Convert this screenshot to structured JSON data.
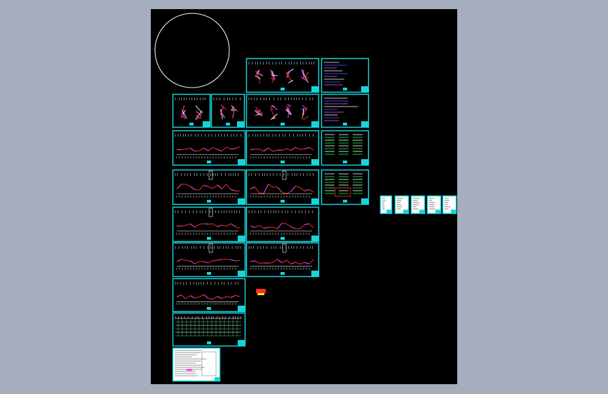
{
  "viewer": {
    "background_color": "#a6adbd",
    "canvas_color": "#000000"
  },
  "drawing": {
    "frame_color": "#19d3db",
    "line_color": "#ffffff",
    "accent_colors": [
      "#ff2a2a",
      "#ff4df0",
      "#00ff3c",
      "#ffe600",
      "#3c64ff"
    ],
    "circle_color": "#ffffff",
    "sheet_count": 24,
    "legend_label": "",
    "sheets": [
      {
        "id": "s01"
      },
      {
        "id": "s02"
      },
      {
        "id": "s03"
      },
      {
        "id": "s04"
      },
      {
        "id": "s05"
      },
      {
        "id": "s06"
      },
      {
        "id": "s07"
      },
      {
        "id": "s08"
      },
      {
        "id": "s09"
      },
      {
        "id": "s10"
      },
      {
        "id": "s11"
      },
      {
        "id": "s12"
      },
      {
        "id": "s13"
      },
      {
        "id": "s14"
      },
      {
        "id": "s15"
      },
      {
        "id": "s16"
      },
      {
        "id": "s17"
      },
      {
        "id": "s18"
      },
      {
        "id": "s19"
      },
      {
        "id": "s20"
      },
      {
        "id": "s21"
      },
      {
        "id": "s22"
      },
      {
        "id": "s23"
      },
      {
        "id": "s24"
      }
    ]
  }
}
